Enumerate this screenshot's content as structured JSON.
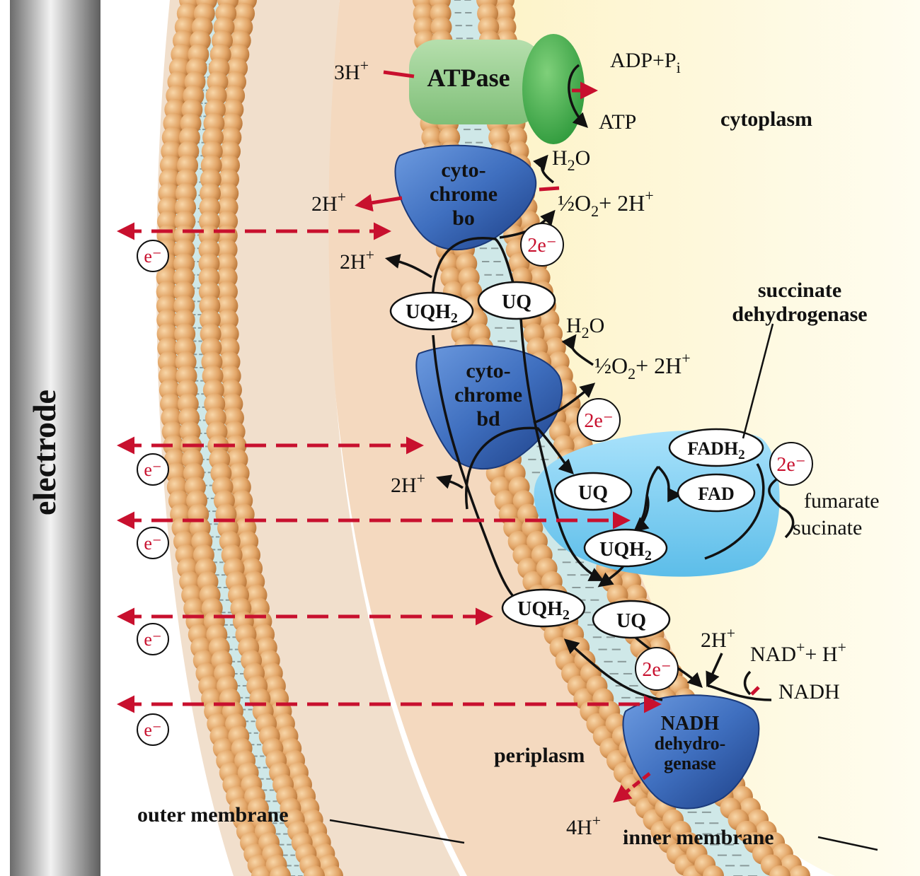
{
  "electrode": "electrode",
  "regions": {
    "cytoplasm": "cytoplasm",
    "periplasm": "periplasm",
    "outer_membrane": "outer membrane",
    "inner_membrane": "inner membrane"
  },
  "atpase": {
    "name": "ATPase",
    "proton_coef": "3H",
    "sup": "+",
    "adp": "ADP+P",
    "adp_sub": "i",
    "atp": "ATP"
  },
  "cyt_bo": {
    "line1": "cyto-",
    "line2": "chrome",
    "line3": "bo",
    "water": "H",
    "water_sub": "2",
    "water_end": "O",
    "oxygen_pre": "½O",
    "oxygen_sub": "2",
    "oxygen_post": "+ 2H",
    "oxygen_sup": "+",
    "proton_out": "2H",
    "proton_in": "2H",
    "electrons": "2e⁻"
  },
  "cyt_bd": {
    "line1": "cyto-",
    "line2": "chrome",
    "line3": "bd",
    "water": "H",
    "water_sub": "2",
    "water_end": "O",
    "oxygen_pre": "½O",
    "oxygen_sub": "2",
    "oxygen_post": "+ 2H",
    "oxygen_sup": "+",
    "proton": "2H",
    "electrons": "2e⁻"
  },
  "quinones": {
    "uqh2": "UQH",
    "uqh2_sub": "2",
    "uq": "UQ"
  },
  "succinate_dh": {
    "line1": "succinate",
    "line2": "dehydrogenase",
    "fadh2": "FADH",
    "fadh2_sub": "2",
    "fad": "FAD",
    "electrons": "2e⁻",
    "fumarate": "fumarate",
    "succinate": "sucinate"
  },
  "nadh_dh": {
    "line1": "NADH",
    "line2": "dehydro-",
    "line3": "genase",
    "proton_in": "2H",
    "nad": "NAD",
    "nad_post": "+ H",
    "sup": "+",
    "nadh": "NADH",
    "proton_out": "4H",
    "electrons": "2e⁻"
  },
  "electron_label": "e⁻",
  "colors": {
    "arrow_red": "#c8102e",
    "lipid_head": "#e2a567",
    "lipid_tail_band": "#cfe8e8",
    "periplasm": "#f4d9bf",
    "cytoplasm": "#fdf6cc",
    "atpase_green": "#8fc98a",
    "cytochrome_blue": "#3f6fbf",
    "succinate_dh_blue": "#7ccdf0"
  }
}
